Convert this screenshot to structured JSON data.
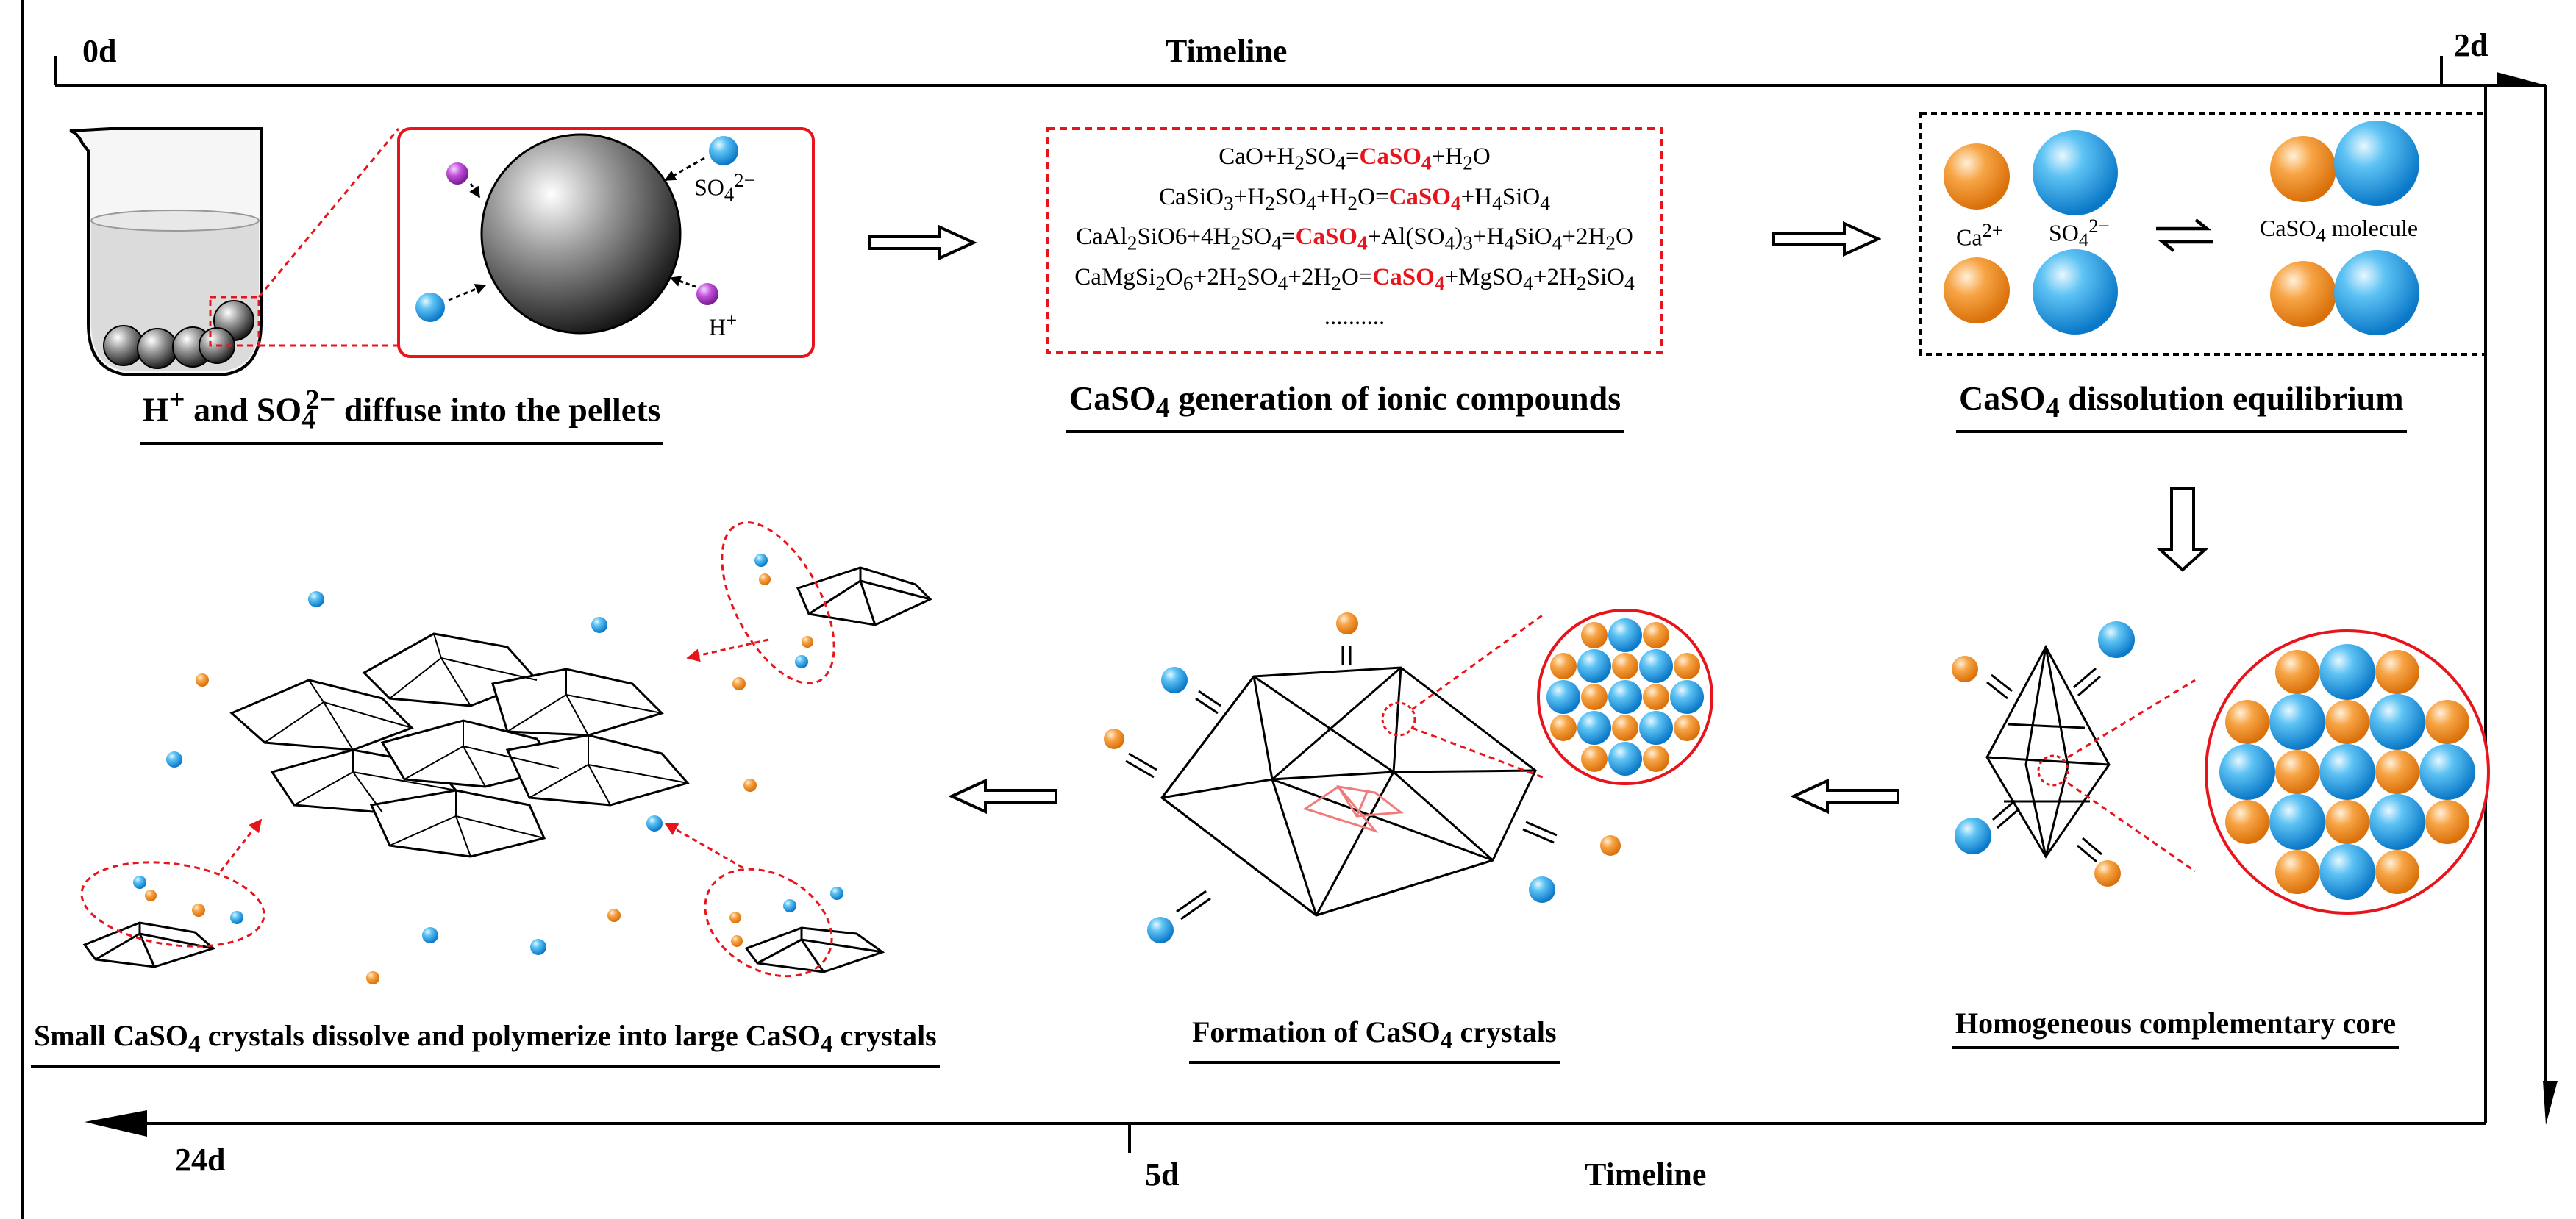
{
  "timeline": {
    "top_label": "Timeline",
    "bottom_label": "Timeline",
    "marker_0d": "0d",
    "marker_2d": "2d",
    "marker_5d": "5d",
    "marker_24d": "24d"
  },
  "panels": {
    "diffusion": {
      "caption_pre": "H",
      "caption_sup1": "+",
      "caption_mid": " and SO",
      "caption_sub": "4",
      "caption_sup2": "2−",
      "caption_post": " diffuse into the pellets",
      "ion_so4": "SO",
      "ion_so4_sub": "4",
      "ion_so4_sup": "2−",
      "ion_h": "H",
      "ion_h_sup": "+"
    },
    "generation": {
      "caption_pre": "CaSO",
      "caption_sub": "4",
      "caption_post": " generation of ionic compounds",
      "ellipsis": ".........."
    },
    "equilibrium": {
      "caption_pre": "CaSO",
      "caption_sub": "4",
      "caption_post": " dissolution equilibrium",
      "ca_label": "Ca",
      "ca_sup": "2+",
      "so4_label": "SO",
      "so4_sub": "4",
      "so4_sup": "2−",
      "molecule_pre": "CaSO",
      "molecule_sub": "4",
      "molecule_post": " molecule"
    },
    "core": {
      "caption": "Homogeneous complementary core"
    },
    "formation": {
      "caption_pre": "Formation of CaSO",
      "caption_sub": "4",
      "caption_post": " crystals"
    },
    "polymerize": {
      "caption_pre": "Small CaSO",
      "caption_sub1": "4",
      "caption_mid": " crystals dissolve and polymerize into large CaSO",
      "caption_sub2": "4",
      "caption_post": " crystals"
    }
  },
  "colors": {
    "accent_red": "#e8141b",
    "ion_blue": "#1a9be0",
    "ion_orange": "#f08a1c",
    "ion_purple": "#b533c9",
    "outline": "#000000"
  }
}
